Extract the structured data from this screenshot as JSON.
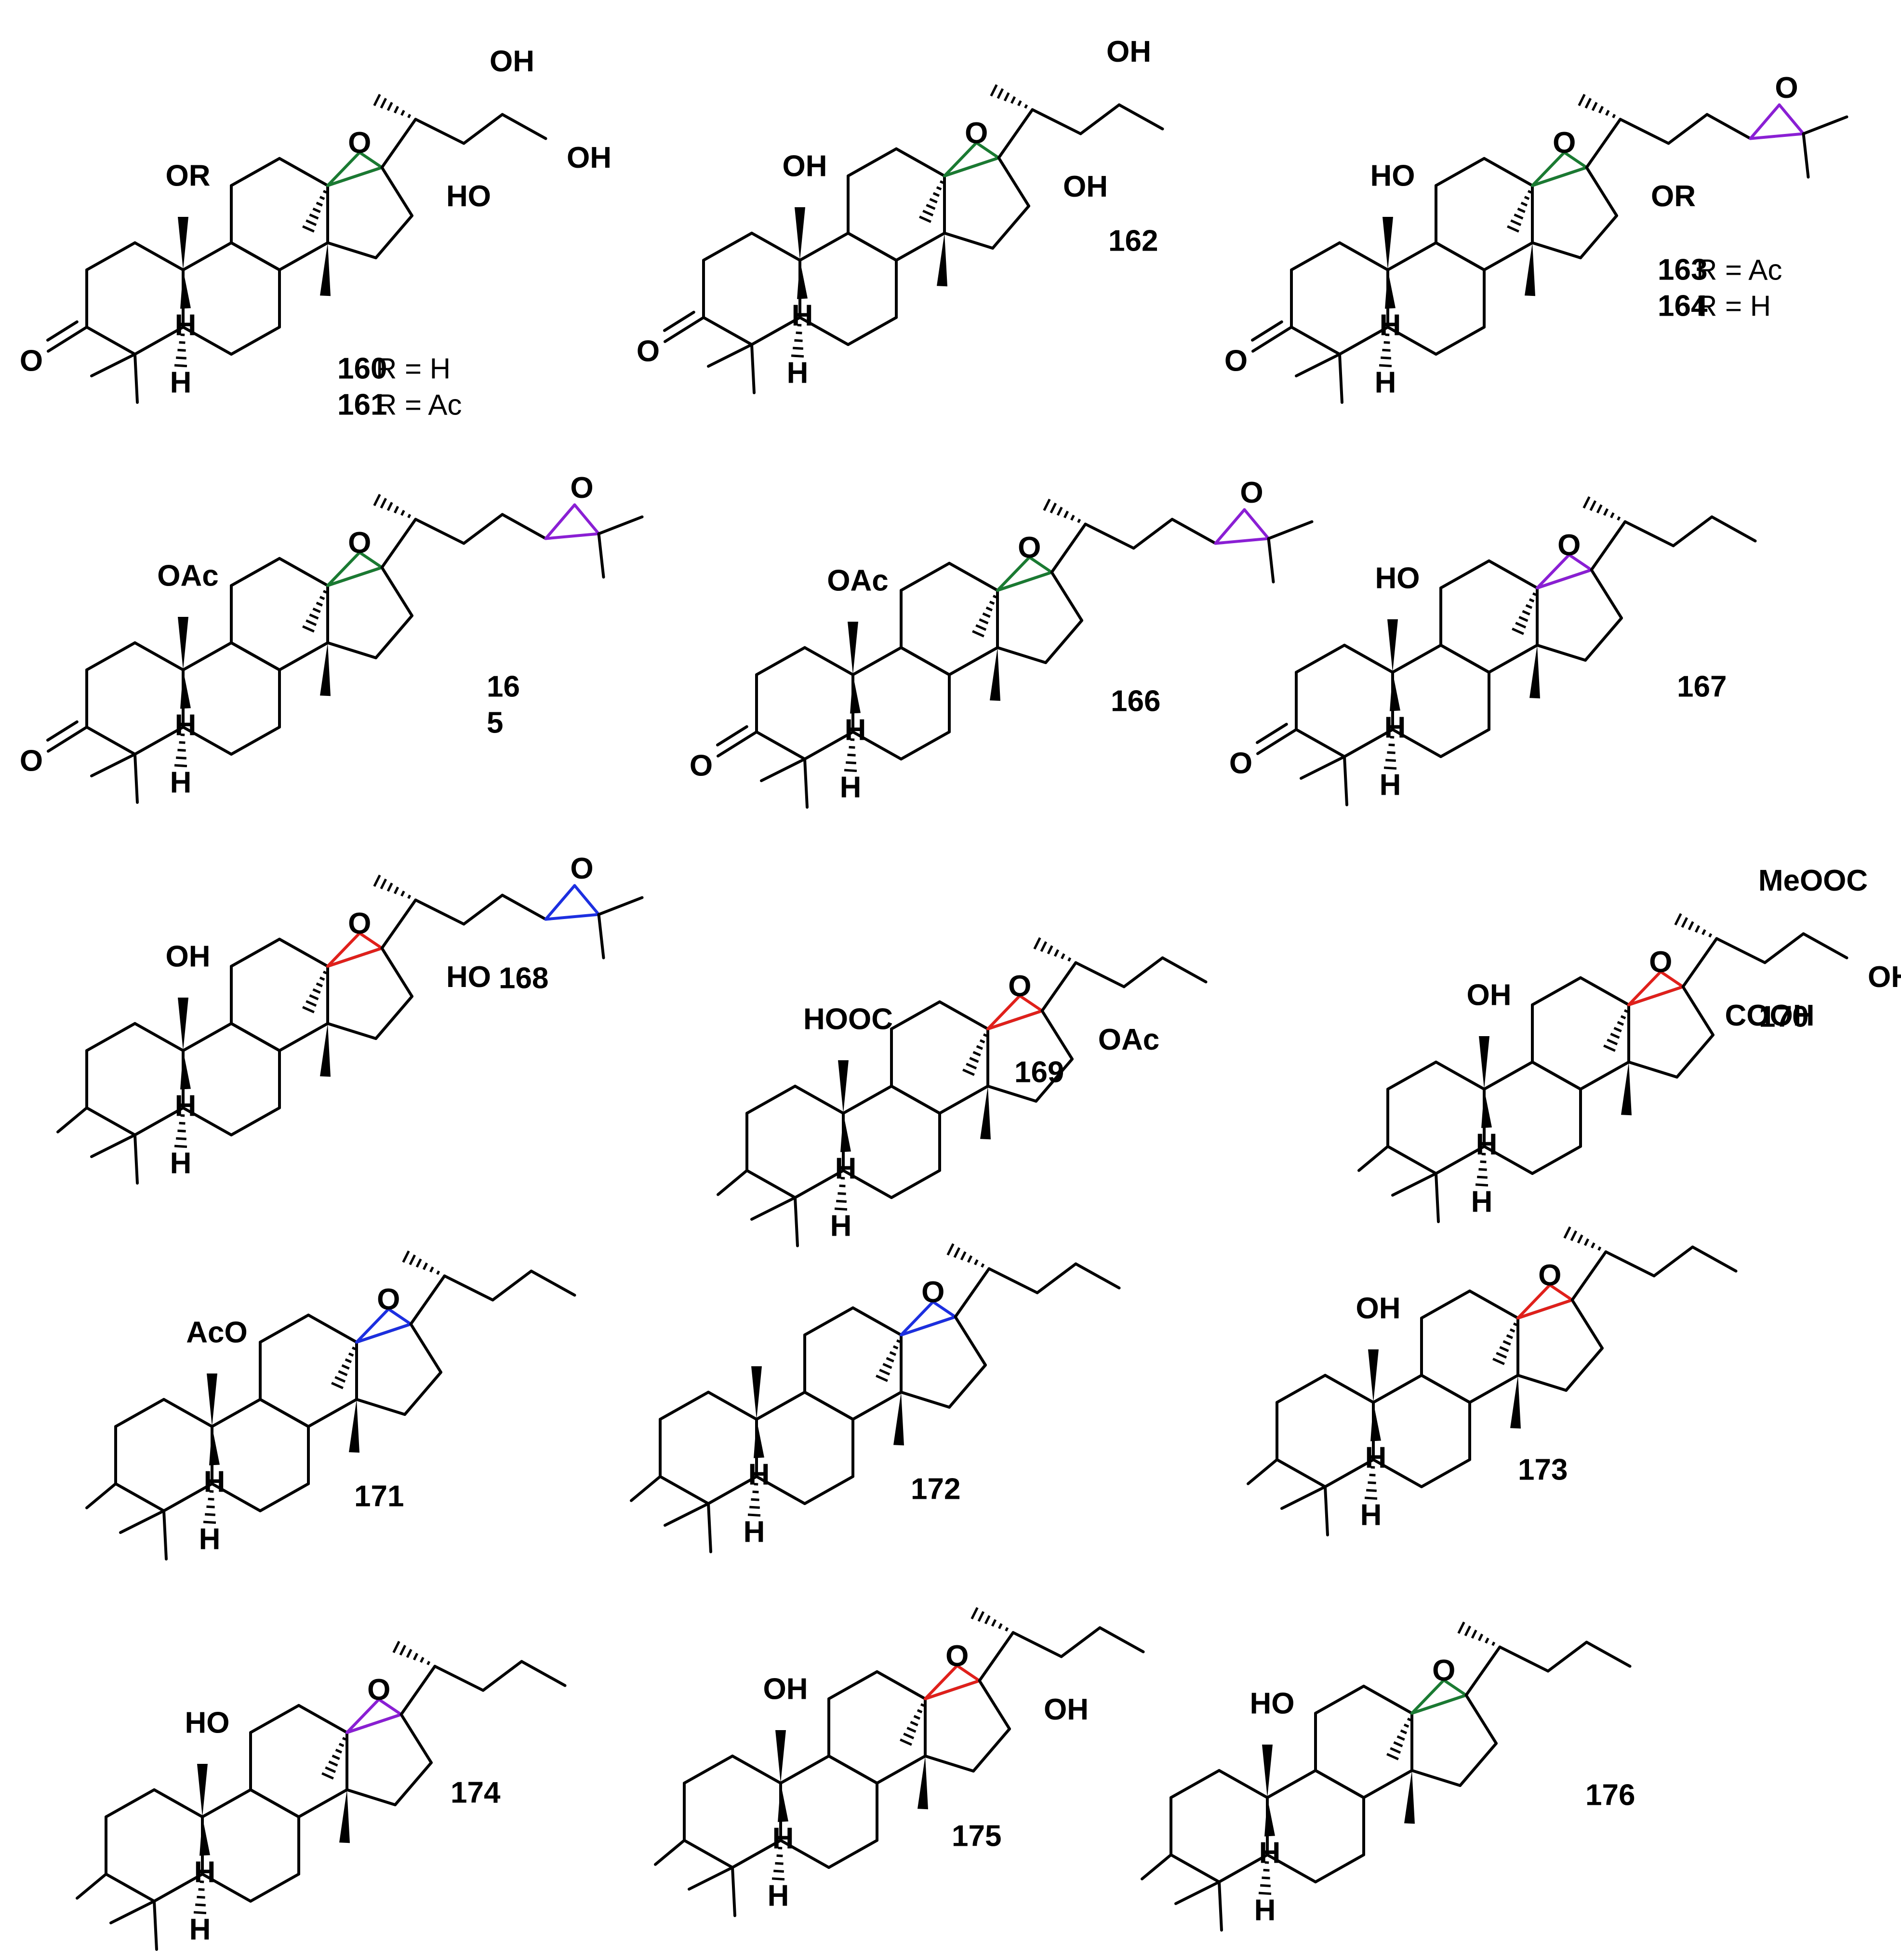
{
  "colors": {
    "bond": "#000000",
    "epoxide_green": "#1a7a32",
    "epoxide_purple": "#8a1fd4",
    "epoxide_red": "#e0201b",
    "epoxide_blue": "#1c2fe0"
  },
  "compounds": [
    {
      "id": "c160",
      "labels": [
        "160",
        "161"
      ],
      "r_notes": [
        "R = H",
        "R = Ac"
      ],
      "groups": [
        "OR",
        "HO",
        "OH",
        "OH",
        "O",
        "O",
        "H",
        "H"
      ],
      "epoxide_color": "green"
    },
    {
      "id": "c162",
      "labels": [
        "162"
      ],
      "r_notes": [],
      "groups": [
        "OH",
        "OH",
        "OH",
        "O",
        "O",
        "H",
        "H"
      ],
      "epoxide_color": "green"
    },
    {
      "id": "c163",
      "labels": [
        "163",
        "164"
      ],
      "r_notes": [
        "R = Ac",
        "R = H"
      ],
      "groups": [
        "HO",
        "OR",
        "O",
        "O",
        "O",
        "H",
        "H"
      ],
      "epoxide_color": "green+purple"
    },
    {
      "id": "c165",
      "labels": [
        "16",
        "5"
      ],
      "r_notes": [],
      "groups": [
        "OAc",
        "O",
        "O",
        "O",
        "H",
        "H"
      ],
      "epoxide_color": "green+purple"
    },
    {
      "id": "c166",
      "labels": [
        "166"
      ],
      "r_notes": [],
      "groups": [
        "O",
        "O",
        "O",
        "OAc",
        "O",
        "H",
        "H"
      ],
      "epoxide_color": "green+purple"
    },
    {
      "id": "c167",
      "labels": [
        "167"
      ],
      "r_notes": [],
      "groups": [
        "HO",
        "O",
        "O",
        "O",
        "H",
        "H"
      ],
      "epoxide_color": "purple"
    },
    {
      "id": "c168",
      "labels": [
        "168"
      ],
      "r_notes": [],
      "groups": [
        "H",
        "O",
        "O",
        "OH",
        "HO",
        "H"
      ],
      "epoxide_color": "red+blue"
    },
    {
      "id": "c169",
      "labels": [
        "169"
      ],
      "r_notes": [],
      "groups": [
        "O",
        "O",
        "O",
        "H",
        "HOOC",
        "O",
        "OAc",
        "H"
      ],
      "epoxide_color": "red"
    },
    {
      "id": "c170",
      "labels": [
        "170"
      ],
      "r_notes": [],
      "groups": [
        "O",
        "H",
        "OH",
        "COOH",
        "MeOOC",
        "O",
        "OH",
        "H"
      ],
      "epoxide_color": "red"
    },
    {
      "id": "c171",
      "labels": [
        "171"
      ],
      "r_notes": [],
      "groups": [
        "H",
        "O",
        "H",
        "AcO",
        "H"
      ],
      "epoxide_color": "blue"
    },
    {
      "id": "c172",
      "labels": [
        "172"
      ],
      "r_notes": [],
      "groups": [
        "H",
        "O",
        "H",
        "H"
      ],
      "epoxide_color": "blue"
    },
    {
      "id": "c173",
      "labels": [
        "173"
      ],
      "r_notes": [],
      "groups": [
        "OH",
        "O",
        "H",
        "H"
      ],
      "epoxide_color": "red"
    },
    {
      "id": "c174",
      "labels": [
        "174"
      ],
      "r_notes": [],
      "groups": [
        "O",
        "H",
        "H",
        "H",
        "HO",
        "H",
        "O"
      ],
      "epoxide_color": "purple"
    },
    {
      "id": "c175",
      "labels": [
        "175"
      ],
      "r_notes": [],
      "groups": [
        "H",
        "H",
        "O",
        "OH",
        "OH"
      ],
      "epoxide_color": "red"
    },
    {
      "id": "c176",
      "labels": [
        "176"
      ],
      "r_notes": [],
      "groups": [
        "H",
        "O",
        "O",
        "H",
        "H",
        "HO",
        "H"
      ],
      "epoxide_color": "green"
    }
  ]
}
